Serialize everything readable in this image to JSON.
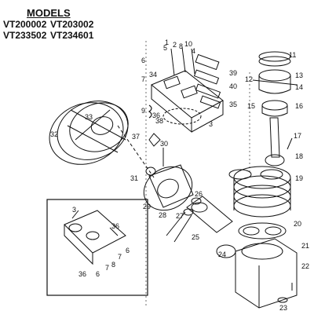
{
  "heading": "MODELS",
  "models": [
    "VT200002",
    "VT203002",
    "VT233502",
    "VT234601"
  ],
  "parts": [
    {
      "n": "1"
    },
    {
      "n": "2"
    },
    {
      "n": "3"
    },
    {
      "n": "4"
    },
    {
      "n": "5"
    },
    {
      "n": "6"
    },
    {
      "n": "7"
    },
    {
      "n": "8"
    },
    {
      "n": "9"
    },
    {
      "n": "10"
    },
    {
      "n": "11"
    },
    {
      "n": "12"
    },
    {
      "n": "13"
    },
    {
      "n": "14"
    },
    {
      "n": "15"
    },
    {
      "n": "16"
    },
    {
      "n": "17"
    },
    {
      "n": "18"
    },
    {
      "n": "19"
    },
    {
      "n": "20"
    },
    {
      "n": "21"
    },
    {
      "n": "22"
    },
    {
      "n": "23"
    },
    {
      "n": "24"
    },
    {
      "n": "25"
    },
    {
      "n": "26"
    },
    {
      "n": "27"
    },
    {
      "n": "28"
    },
    {
      "n": "29"
    },
    {
      "n": "30"
    },
    {
      "n": "31"
    },
    {
      "n": "32"
    },
    {
      "n": "33"
    },
    {
      "n": "34"
    },
    {
      "n": "35"
    },
    {
      "n": "36"
    },
    {
      "n": "37"
    },
    {
      "n": "38"
    },
    {
      "n": "39"
    },
    {
      "n": "40"
    }
  ],
  "inset_labels": [
    "3",
    "36",
    "6",
    "7",
    "8",
    "36",
    "6",
    "7"
  ]
}
